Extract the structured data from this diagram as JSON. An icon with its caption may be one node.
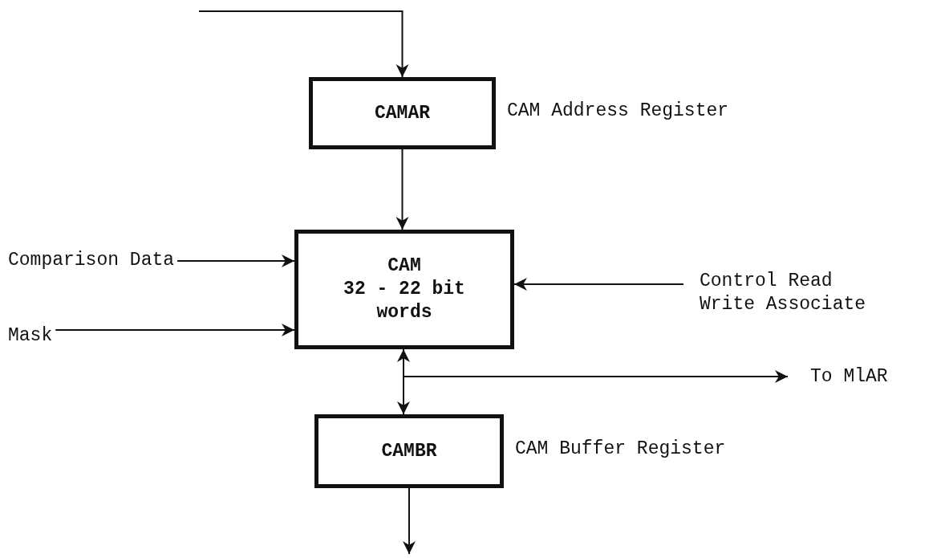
{
  "diagram": {
    "nodes": [
      {
        "text": [
          "CAMAR"
        ],
        "beside": [
          "CAM Address Register"
        ]
      },
      {
        "text": [
          "CAM",
          "32 - 22 bit words"
        ]
      },
      {
        "text": [
          "CAMBR"
        ],
        "beside": [
          "CAM Buffer Register"
        ]
      },
      {
        "text": [
          "Comparison Data"
        ]
      },
      {
        "text": [
          "Mask"
        ]
      },
      {
        "text": [
          "Control Read Write Associate"
        ]
      },
      {
        "text": [
          "To MlAR"
        ]
      }
    ],
    "edges": [
      {
        "from": null,
        "to": 0,
        "arrow": "to"
      },
      {
        "from": 0,
        "to": 1,
        "arrow": "to"
      },
      {
        "from": 3,
        "to": 1,
        "arrow": "to"
      },
      {
        "from": 4,
        "to": 1,
        "arrow": "to"
      },
      {
        "from": 5,
        "to": 1,
        "arrow": "to"
      },
      {
        "from": 1,
        "to": 2,
        "arrow": "both"
      },
      {
        "from": 1,
        "to": 6,
        "arrow": "to"
      },
      {
        "from": 2,
        "to": null,
        "arrow": "to"
      }
    ]
  }
}
